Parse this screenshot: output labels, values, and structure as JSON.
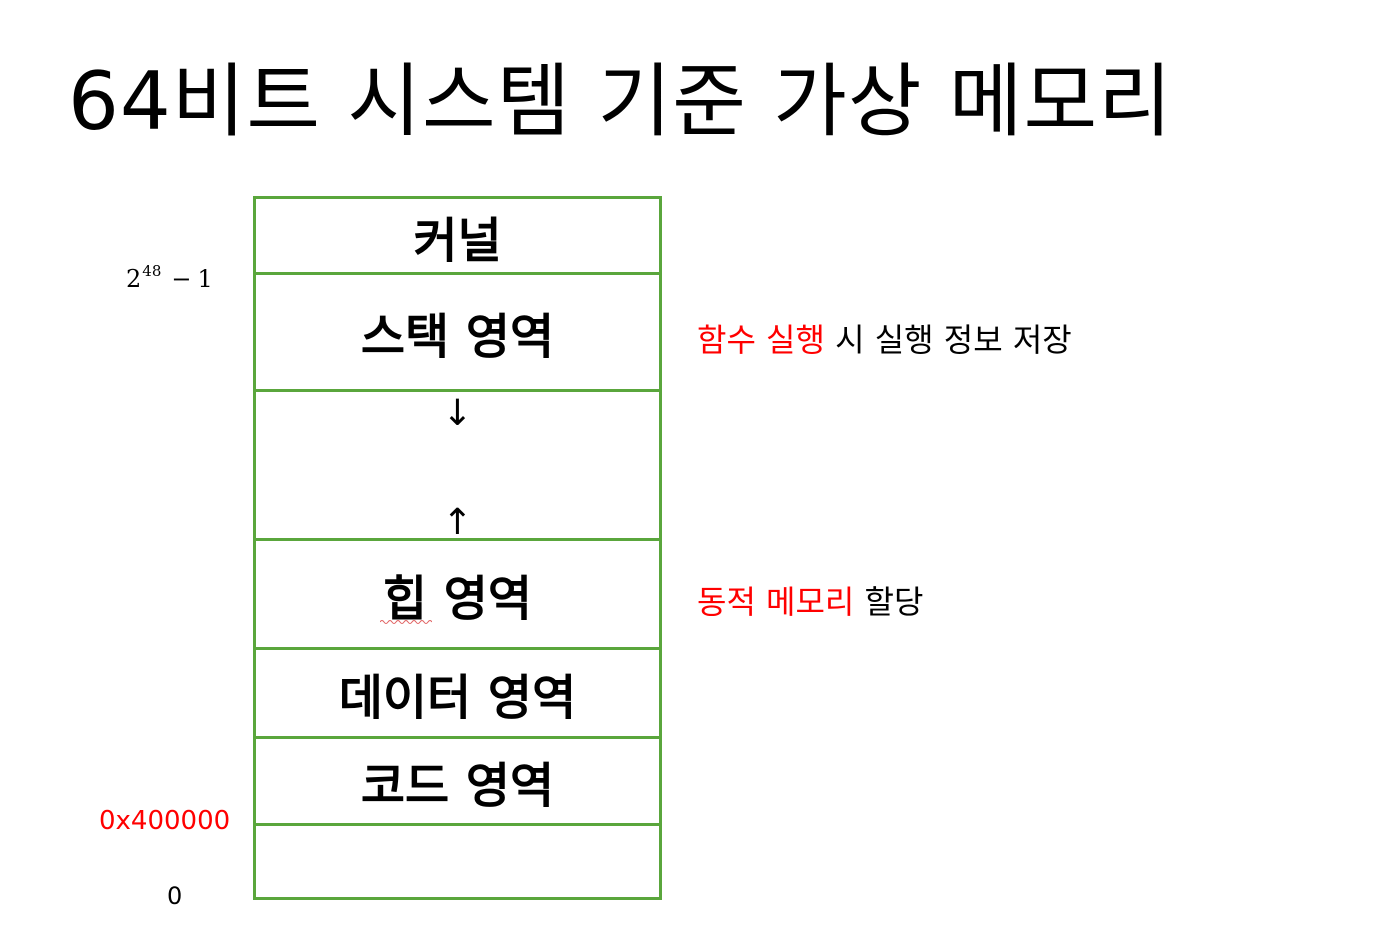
{
  "title": "64비트 시스템 기준 가상 메모리",
  "memory_layout": {
    "segments": {
      "kernel": "커널",
      "stack": "스택 영역",
      "free_arrow_down": "↓",
      "free_arrow_up": "↑",
      "heap": "힙 영역",
      "data": "데이터 영역",
      "code": "코드 영역",
      "reserved": ""
    },
    "border_color": "#5aa63c"
  },
  "addresses": {
    "top_base": "2",
    "top_exp": "48",
    "top_minus": "−",
    "top_one": "1",
    "code_start": "0x400000",
    "zero": "0"
  },
  "annotations": {
    "stack": {
      "highlight": "함수 실행",
      "rest": " 시 실행 정보 저장"
    },
    "heap": {
      "highlight": "동적 메모리",
      "rest": " 할당"
    },
    "highlight_color": "#ff0000"
  }
}
